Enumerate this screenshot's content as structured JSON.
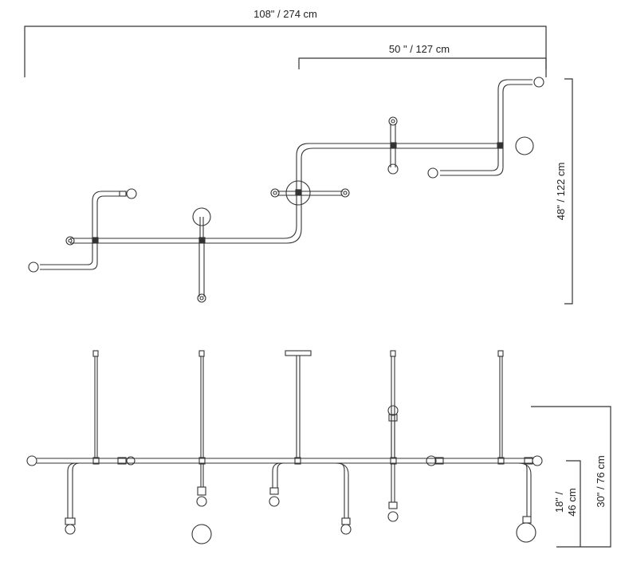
{
  "dimensions": {
    "overall_width": "108\" / 274 cm",
    "partial_width": "50 \" / 127 cm",
    "plan_height": "48\" / 122 cm",
    "drop_height": "30\" / 76 cm",
    "pendant_drop_line1": "18\" /",
    "pendant_drop_line2": "46 cm"
  },
  "colors": {
    "line": "#333333",
    "dim": "#333333"
  }
}
